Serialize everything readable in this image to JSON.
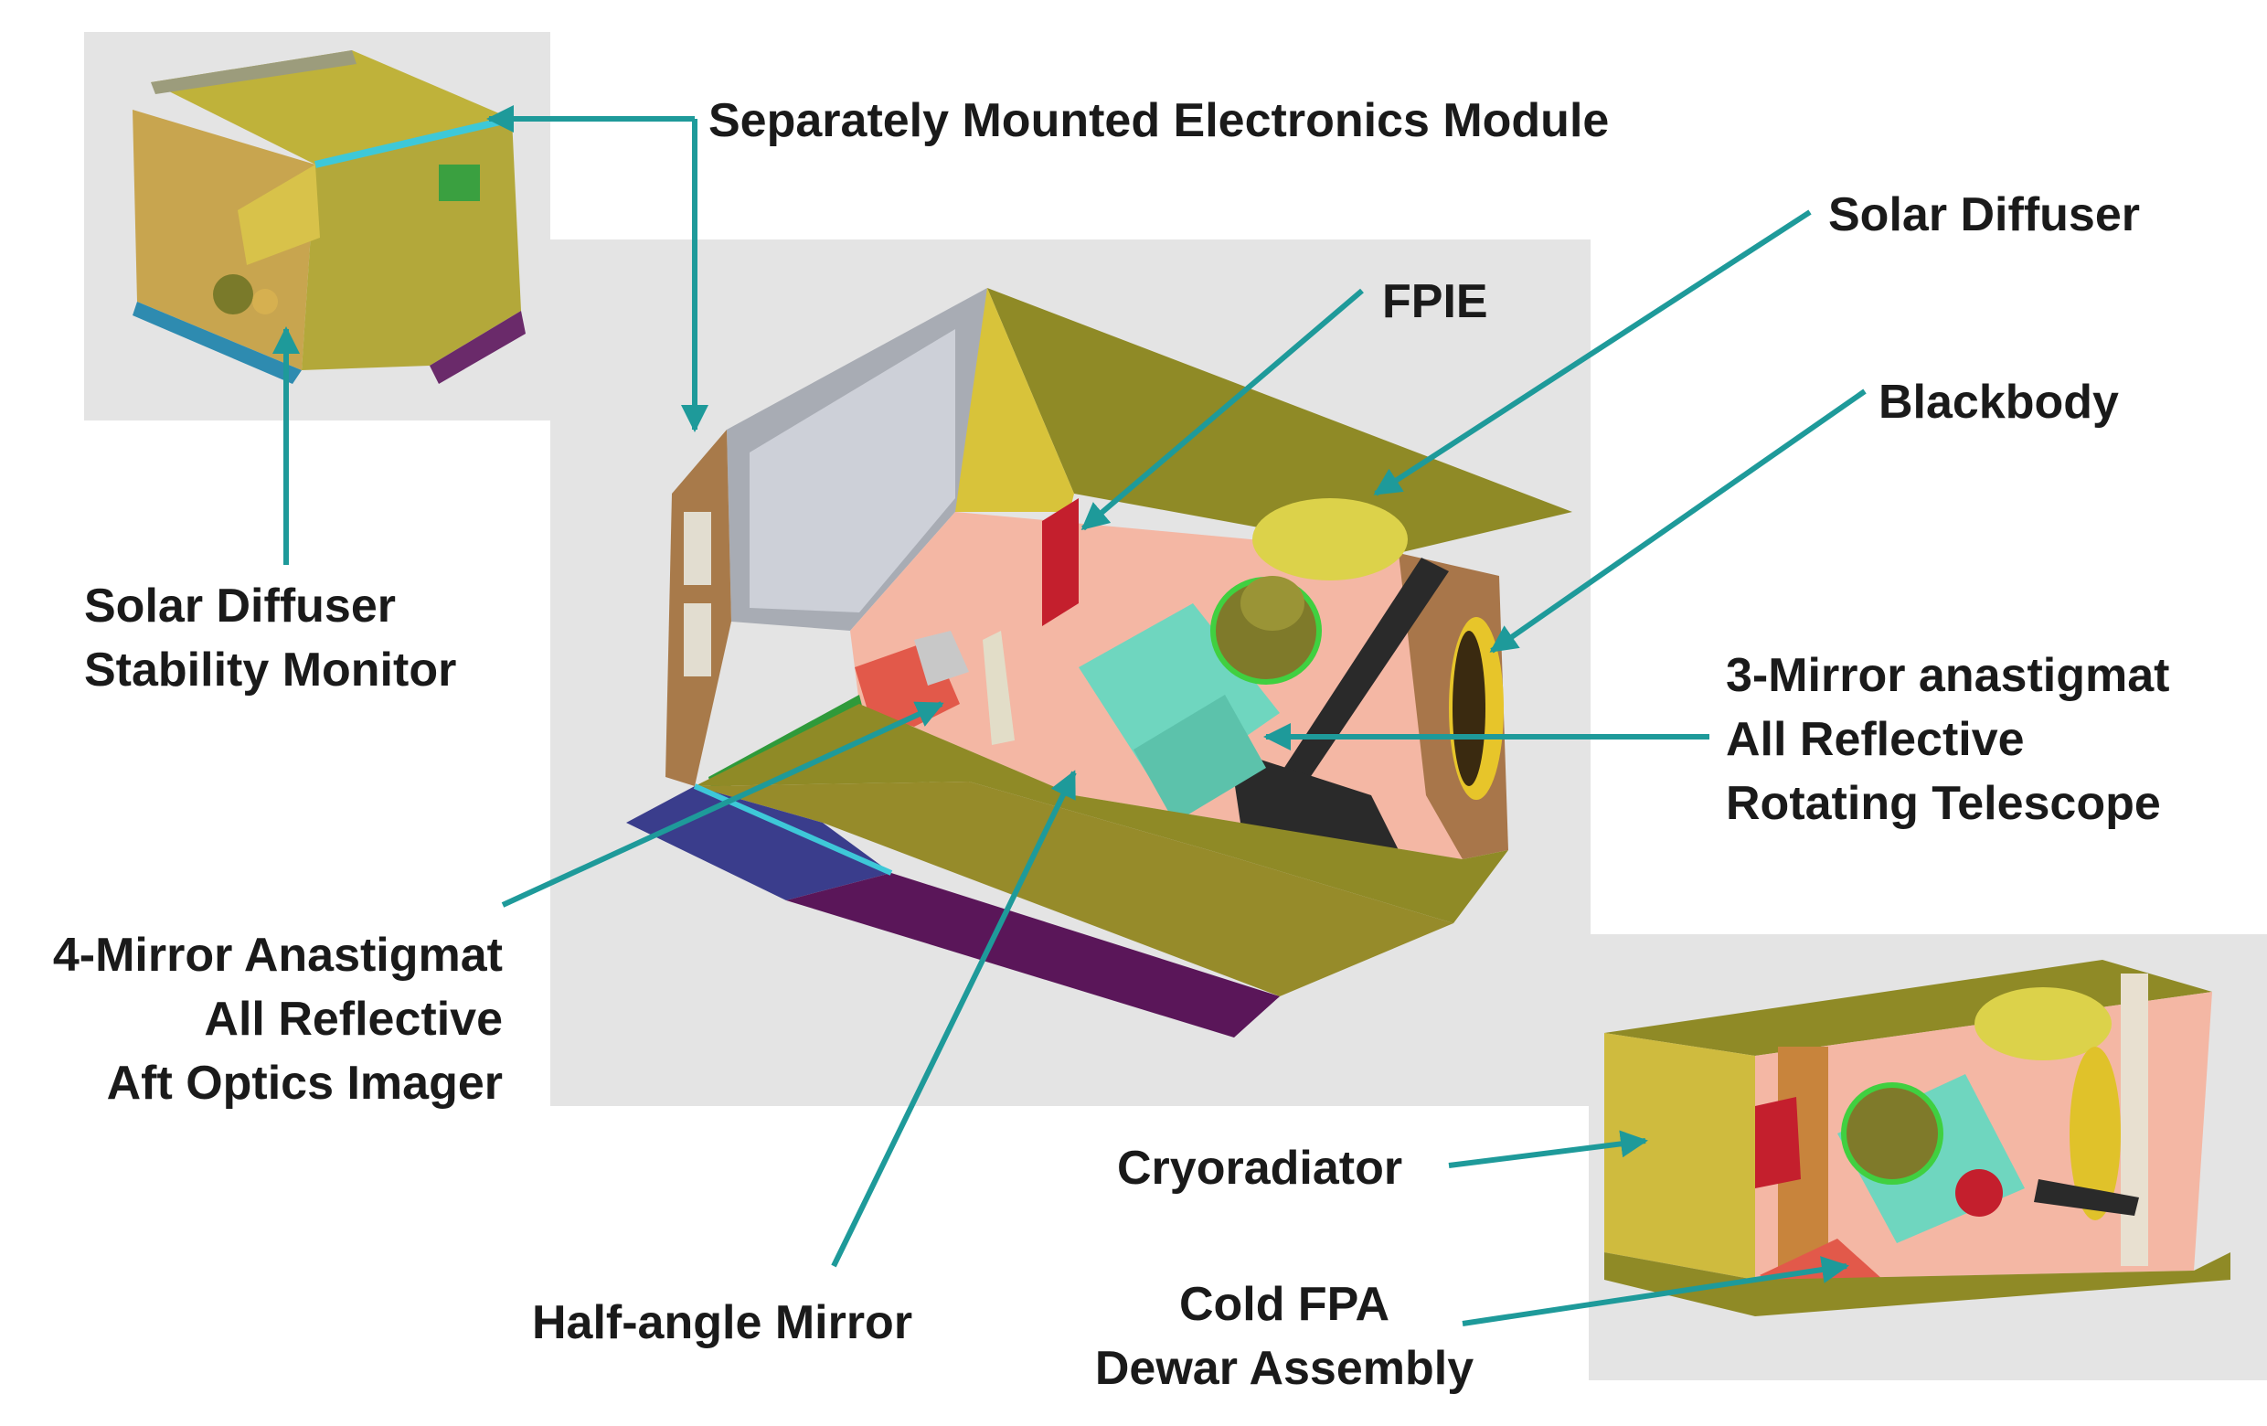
{
  "labels": {
    "electronics_module": "Separately Mounted Electronics Module",
    "solar_diffuser": "Solar Diffuser",
    "fpie": "FPIE",
    "blackbody": "Blackbody",
    "sdsm": [
      "Solar Diffuser",
      "Stability Monitor"
    ],
    "telescope": [
      "3-Mirror anastigmat",
      "All Reflective",
      "Rotating Telescope"
    ],
    "aft_optics": [
      "4-Mirror Anastigmat",
      "All Reflective",
      "Aft Optics Imager"
    ],
    "half_angle_mirror": "Half-angle Mirror",
    "cryoradiator": "Cryoradiator",
    "cold_fpa": [
      "Cold FPA",
      "Dewar Assembly"
    ]
  },
  "colors": {
    "leader_line": "#1e9a9a",
    "panel_bg": "#e4e4e4",
    "housing_olive": "#8f8a26",
    "housing_yellow": "#d6c43a",
    "interior_pink": "#f4b7a4",
    "telescope_teal": "#6fd6bf",
    "bracket_red": "#cc2233",
    "base_purple": "#5a1659",
    "base_blue": "#3a3d8c",
    "wall_brown": "#a07040",
    "window_gray": "#c9ccd4"
  }
}
